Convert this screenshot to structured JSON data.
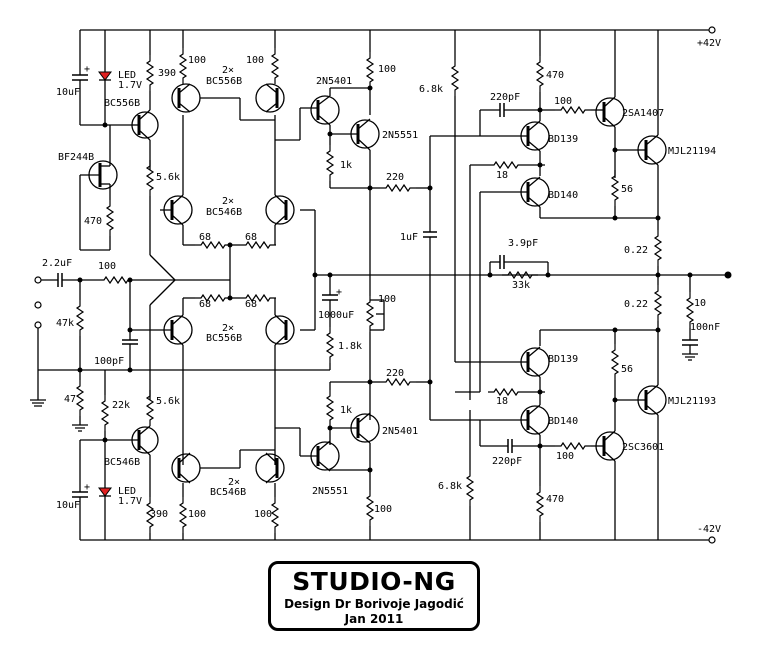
{
  "supply": {
    "positive": "+42V",
    "negative": "-42V"
  },
  "labels": {
    "c_10uF_top": "10uF",
    "led_top": "LED",
    "led_top_v": "1.7V",
    "q_bc556b": "BC556B",
    "r_390_top": "390",
    "r_100_a": "100",
    "r_100_b": "100",
    "pair_2x_a": "2×",
    "pair_bc556b_a": "BC556B",
    "q_2n5401_top": "2N5401",
    "r_100_c": "100",
    "q_2n5551_top": "2N5551",
    "r_1k_top": "1k",
    "r_220_top": "220",
    "r_6k8_top": "6.8k",
    "c_220pF_top": "220pF",
    "r_470_top": "470",
    "r_100_d": "100",
    "q_bd139_top": "BD139",
    "r_18_top": "18",
    "q_bd140_top": "BD140",
    "q_2sa1407": "2SA1407",
    "r_56_top": "56",
    "q_mjl21194": "MJL21194",
    "q_bf244b": "BF244B",
    "r_470_jfet": "470",
    "r_5k6_top": "5.6k",
    "pair_2x_b": "2×",
    "pair_bc546b_a": "BC546B",
    "r_68_a": "68",
    "r_68_b": "68",
    "c_2u2": "2.2uF",
    "r_100_in": "100",
    "c_1uF": "1uF",
    "c_3p9": "3.9pF",
    "r_33k": "33k",
    "r_0u22_top": "0.22",
    "r_47k": "47k",
    "r_68_c": "68",
    "r_68_d": "68",
    "pair_2x_c": "2×",
    "pair_bc556b_b": "BC556B",
    "c_1000uF": "1000uF",
    "r_100_pot": "100",
    "r_0u22_bot": "0.22",
    "r_10": "10",
    "c_100nF": "100nF",
    "c_100pF": "100pF",
    "r_1k8": "1.8k",
    "r_220_bot": "220",
    "r_47": "47",
    "r_22k": "22k",
    "r_5k6_bot": "5.6k",
    "r_1k_bot": "1k",
    "q_2n5401_bot": "2N5401",
    "r_18_bot": "18",
    "q_bd139_bot": "BD139",
    "q_bd140_bot": "BD140",
    "r_56_bot": "56",
    "q_mjl21193": "MJL21193",
    "q_bc546b": "BC546B",
    "c_220pF_bot": "220pF",
    "r_100_e": "100",
    "q_2sc3601": "2SC3601",
    "r_6k8_bot": "6.8k",
    "c_10uF_bot": "10uF",
    "led_bot": "LED",
    "led_bot_v": "1.7V",
    "pair_2x_d": "2×",
    "pair_bc546b_b": "BC546B",
    "q_2n5551_bot": "2N5551",
    "r_470_bot": "470",
    "r_390_bot": "390",
    "r_100_f": "100",
    "r_100_g": "100",
    "r_100_h": "100",
    "plus_a": "+",
    "plus_b": "+",
    "plus_c": "+"
  },
  "title_block": {
    "title": "STUDIO-NG",
    "designer": "Design Dr Borivoje Jagodić",
    "date": "Jan 2011"
  }
}
